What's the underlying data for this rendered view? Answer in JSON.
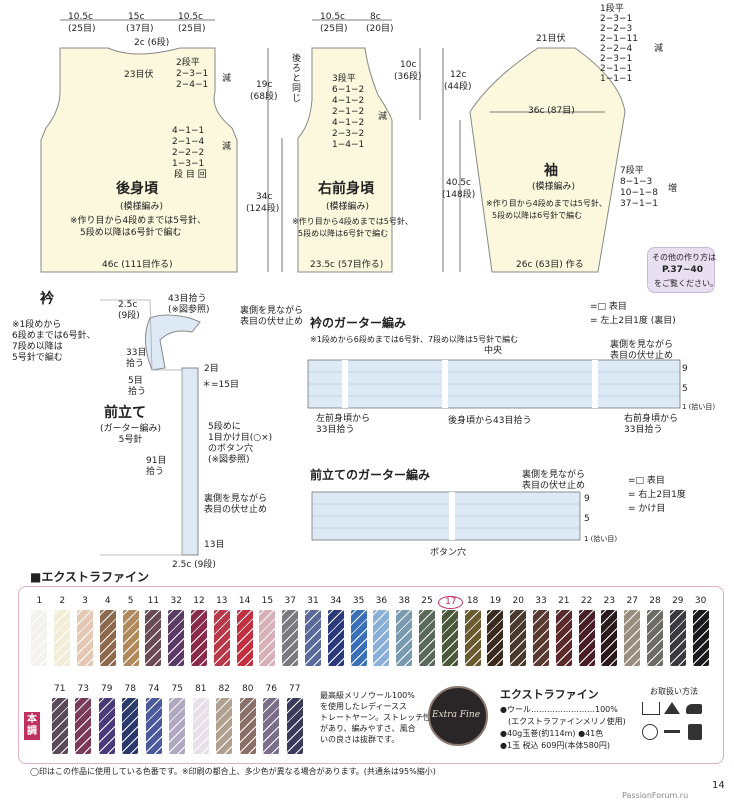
{
  "back": {
    "title": "後身頃",
    "subtitle": "(模様編み)",
    "note1": "※作り目から4段めまでは5号針、",
    "note2": "5段め以降は6号針で編む",
    "top_left": "10.5c",
    "top_left_st": "(25目)",
    "top_mid": "15c",
    "top_mid_st": "(37目)",
    "top_right": "10.5c",
    "top_right_st": "(25目)",
    "neck_center": "2c (6段)",
    "bind_off": "23目伏",
    "neck_dec": "2段平\n2−3−1\n2−4−1",
    "neck_dec_label": "減",
    "arm_dec": "4−1−1\n2−1−4\n2−2−2\n1−3−1",
    "arm_dec_label": "減",
    "arm_legend": "段 目 回",
    "h1": "19c",
    "h1_st": "(68段)",
    "h2": "34c",
    "h2_st": "(124段)",
    "bottom": "46c (111目作る)"
  },
  "front": {
    "title": "右前身頃",
    "subtitle": "(模様編み)",
    "note1": "※作り目から4段めまでは5号針、",
    "note2": "5段め以降は6号針で編む",
    "top_left": "10.5c",
    "top_left_st": "(25目)",
    "top_right": "8c",
    "top_right_st": "(20目)",
    "same_as_back": "後ろと同じ",
    "neck_dec": "3段平\n6−1−2\n4−1−2\n2−1−2\n4−1−2\n2−3−2\n1−4−1",
    "neck_dec_label": "減",
    "h_right": "10c",
    "h_right_st": "(36段)",
    "bottom": "23.5c (57目作る)"
  },
  "sleeve": {
    "title": "袖",
    "subtitle": "(模様編み)",
    "note1": "※作り目から4段めまでは5号針、",
    "note2": "5段め以降は6号針で編む",
    "top": "21目伏",
    "cap_dec": "1段平\n2−3−1\n2−2−3\n2−1−11\n2−2−4\n2−3−1\n2−1−1\n1−1−1",
    "cap_label": "減",
    "cap_h": "12c",
    "cap_h_st": "(44段)",
    "width": "36c (87目)",
    "inc": "7段平\n8−1−3\n10−1−8\n37−1−1",
    "inc_label": "増",
    "length": "40.5c",
    "length_st": "(148段)",
    "bottom": "26c (63目) 作る"
  },
  "other_note": {
    "line1": "その他の作り方は",
    "line2": "P.37~40",
    "line3": "をご覧ください。"
  },
  "collar": {
    "title": "衿",
    "note": "※1段めから\n6段めまでは6号針、\n7段め以降は\n5号針で編む",
    "top": "2.5c\n(9段)",
    "pick_top": "43目拾う\n(※図参照)",
    "bind_off": "裏側を見ながら\n表目の伏せ止め",
    "pick_side": "33目\n拾う",
    "rows2": "2目",
    "pick5": "5目\n拾う",
    "eq15": "＊=15目",
    "placket_title": "前立て",
    "placket_sub": "(ガーター編み)\n5号針",
    "buttonhole": "5段めに\n1目かけ目(○×)\nのボタン穴\n(※図参照)",
    "pick91": "91目\n拾う",
    "placket_bind": "裏側を見ながら\n表目の伏せ止め",
    "st13": "13目",
    "bottom": "2.5c (9段)"
  },
  "collar_garter": {
    "title": "衿のガーター編み",
    "note": "※1段めから6段めまでは6号針、7段め以降は5号針で編む",
    "legend1": "=□ 表目",
    "legend2": "= 左上2目1度 (裏目)",
    "center": "中央",
    "bind": "裏側を見ながら\n表目の伏せ止め",
    "left_pick": "左前身頃から\n33目拾う",
    "back_pick": "後身頃から43目拾う",
    "right_pick": "右前身頃から\n33目拾う",
    "row9": "9",
    "row5": "5",
    "row1": "1 (拾い目)"
  },
  "placket_garter": {
    "title": "前立てのガーター編み",
    "legend1": "=□ 表目",
    "legend2": "= 右上2目1度",
    "legend3": "= かけ目",
    "bind": "裏側を見ながら\n表目の伏せ止め",
    "buttonhole": "ボタン穴",
    "row9": "9",
    "row5": "5",
    "row1": "1 (拾い目)"
  },
  "yarn": {
    "title": "■エクストラファイン",
    "row1_numbers": [
      "1",
      "2",
      "3",
      "4",
      "5",
      "11",
      "32",
      "12",
      "13",
      "14",
      "15",
      "37",
      "31",
      "34",
      "35",
      "36",
      "38",
      "25",
      "17",
      "18",
      "19",
      "20",
      "33",
      "21",
      "22",
      "23",
      "27",
      "28",
      "29",
      "30"
    ],
    "row1_colors": [
      "#f4f2ee",
      "#f3ecd6",
      "#e4c8b4",
      "#8d6a4e",
      "#b08a5c",
      "#6a4a55",
      "#5b3a66",
      "#8a2a4a",
      "#b83a4a",
      "#c03040",
      "#d8b0b8",
      "#7a7a80",
      "#5a6a9a",
      "#2a3a7a",
      "#3a70b8",
      "#8ab0d8",
      "#7a9ab0",
      "#5a6a5a",
      "#4a5a3a",
      "#6a5a30",
      "#3a2a1e",
      "#4a3a2e",
      "#5a3a30",
      "#5a2a2a",
      "#4a1e26",
      "#2a1a1e",
      "#9a8e80",
      "#6e6a66",
      "#3a3a40",
      "#1a1a1e"
    ],
    "row2_numbers": [
      "71",
      "73",
      "79",
      "78",
      "74",
      "75",
      "81",
      "82",
      "80",
      "76",
      "77"
    ],
    "row2_colors": [
      "#5a4a5a",
      "#7a3a5a",
      "#4a3a7a",
      "#2a3a6a",
      "#4a5a9a",
      "#b0a8c0",
      "#e8e0e8",
      "#b0a090",
      "#8a7068",
      "#7a6e8a",
      "#3a3a5a"
    ],
    "side_label": "本\n調",
    "highlight": "17",
    "desc": "最高級メリノウール100%\nを使用したレディースス\nトレートヤーン。ストレッチ性\nがあり、編みやすさ、風合\nいの良さは抜群です。",
    "brand_logo": "Extra Fine",
    "product": "エクストラファイン",
    "spec1": "●ウール……………………100%",
    "spec2": "(エクストラファインメリノ使用)",
    "spec3": "●40g玉巻(約114m) ●41色",
    "spec4": "●1玉 税込 609円(本体580円)",
    "care": "お取扱い方法"
  },
  "footer": {
    "note": "◯印はこの作品に使用している色番です。※印刷の都合上、多少色が異なる場合があります。(共通糸は95%縮小)",
    "page": "14",
    "site": "PassionForum.ru"
  },
  "colors": {
    "piece_fill": "#fbf8dd",
    "chart_fill": "#ddeaf5",
    "accent_pink": "#c03060",
    "legend_bg": "#e8dff0"
  }
}
